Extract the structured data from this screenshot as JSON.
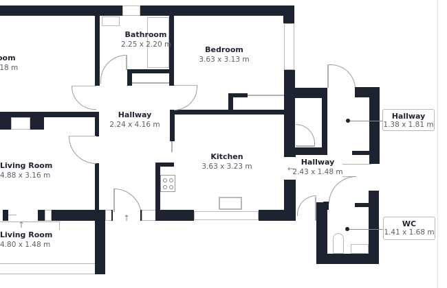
{
  "floorplan": {
    "rooms": [
      {
        "id": "room-partial-top-left",
        "name": "oom",
        "dimensions": ".18 m"
      },
      {
        "id": "bathroom",
        "name": "Bathroom",
        "dimensions": "2.25 x 2.20 m"
      },
      {
        "id": "bedroom",
        "name": "Bedroom",
        "dimensions": "3.63 x 3.13 m"
      },
      {
        "id": "hallway-main",
        "name": "Hallway",
        "dimensions": "2.24 x 4.16 m"
      },
      {
        "id": "living-room-1",
        "name": "Living Room",
        "dimensions": "4.88 x 3.16 m"
      },
      {
        "id": "kitchen",
        "name": "Kitchen",
        "dimensions": "3.63 x 3.23 m"
      },
      {
        "id": "hallway-small",
        "name": "Hallway",
        "dimensions": "2.43 x 1.48 m"
      },
      {
        "id": "living-room-2",
        "name": "Living Room",
        "dimensions": "4.80 x 1.48 m"
      }
    ],
    "callouts": [
      {
        "id": "hallway-callout",
        "name": "Hallway",
        "dimensions": "1.38 x 1.81 m"
      },
      {
        "id": "wc-callout",
        "name": "WC",
        "dimensions": "1.41 x 1.68 m"
      }
    ],
    "colors": {
      "wall": "#1c2230",
      "text_secondary": "#5a5f66",
      "outline": "#b8b8b8"
    },
    "icons": [
      "entrance-arrow-icon",
      "hob-icon",
      "sink-icon",
      "toilet-icon",
      "door-swing-icon",
      "window-icon"
    ]
  }
}
